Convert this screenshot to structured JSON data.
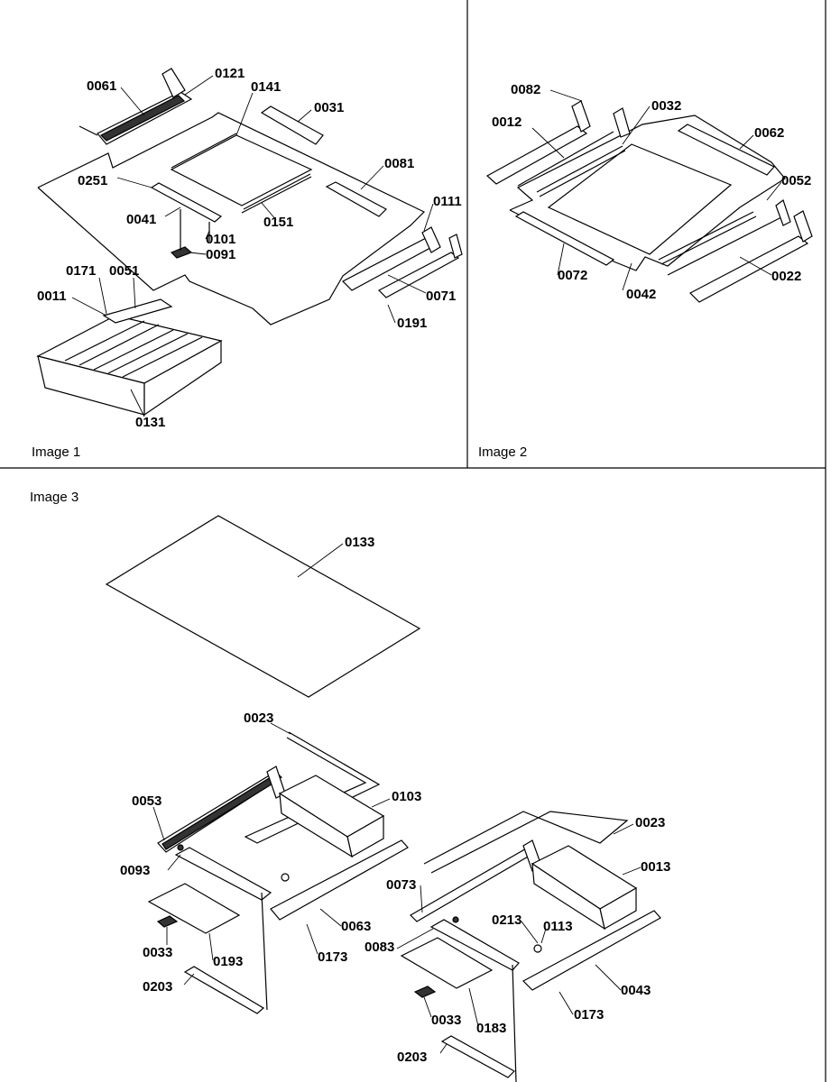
{
  "panels": [
    {
      "caption": "Image 1"
    },
    {
      "caption": "Image 2"
    },
    {
      "caption": "Image 3"
    }
  ],
  "callouts": {
    "p1": [
      "0061",
      "0121",
      "0141",
      "0031",
      "0251",
      "0081",
      "0041",
      "0151",
      "0111",
      "0101",
      "0091",
      "0171",
      "0051",
      "0011",
      "0071",
      "0191",
      "0131"
    ],
    "p2": [
      "0082",
      "0032",
      "0012",
      "0062",
      "0052",
      "0072",
      "0042",
      "0022"
    ],
    "p3": [
      "0133",
      "0023",
      "0053",
      "0103",
      "0093",
      "0063",
      "0033",
      "0193",
      "0173",
      "0203",
      "0023",
      "0013",
      "0073",
      "0213",
      "0113",
      "0083",
      "0043",
      "0033",
      "0183",
      "0173",
      "0203"
    ]
  }
}
